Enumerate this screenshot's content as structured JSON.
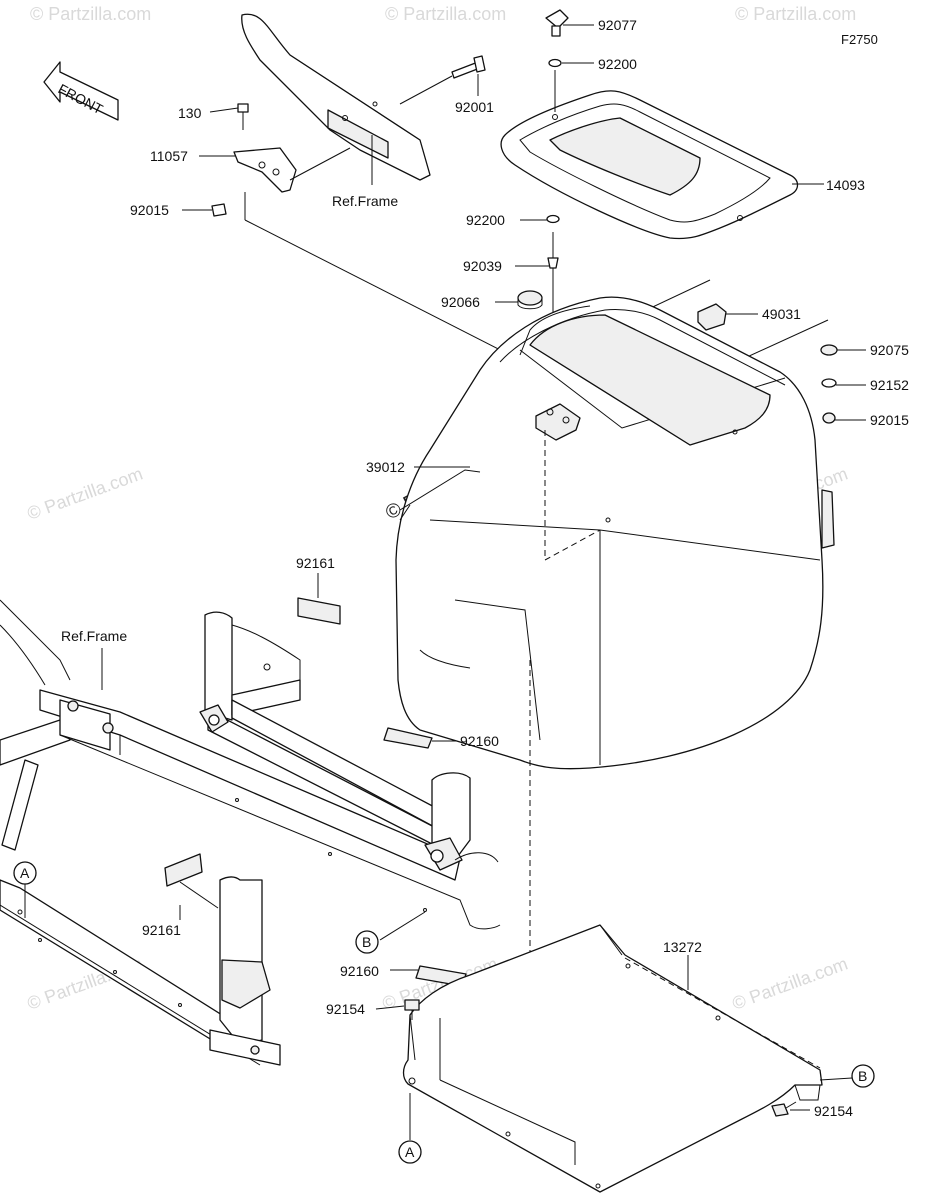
{
  "diagram_code": "F2750",
  "front_label": "FRONT",
  "watermark": "© Partzilla.com",
  "parts": {
    "p92077": "92077",
    "p92200a": "92200",
    "p92001": "92001",
    "p130": "130",
    "p11057": "11057",
    "p92015a": "92015",
    "p14093": "14093",
    "p92200b": "92200",
    "p92039": "92039",
    "p92066": "92066",
    "p49031": "49031",
    "p92075": "92075",
    "p92152": "92152",
    "p92015b": "92015",
    "p39012": "39012",
    "p92161a": "92161",
    "p92160a": "92160",
    "p92161b": "92161",
    "p92160b": "92160",
    "p92154a": "92154",
    "p13272": "13272",
    "p92154b": "92154"
  },
  "ref_frame_1": "Ref.Frame",
  "ref_frame_2": "Ref.Frame",
  "callouts": {
    "a_left": "A",
    "a_bottom": "A",
    "b_mid": "B",
    "b_right": "B"
  }
}
